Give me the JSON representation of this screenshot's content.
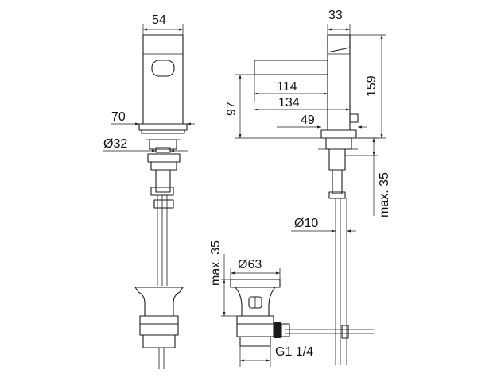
{
  "dimensions": {
    "front_width": "54",
    "front_base": "70",
    "front_hole": "Ø32",
    "side_body": "33",
    "side_height": "159",
    "spout_reach_114": "114",
    "spout_reach_134": "134",
    "spout_height": "97",
    "lever_offset": "49",
    "max_deck": "max. 35",
    "rod_diameter": "Ø10",
    "waste_max": "max. 35",
    "waste_diameter": "Ø63",
    "waste_thread": "G1 1/4"
  }
}
